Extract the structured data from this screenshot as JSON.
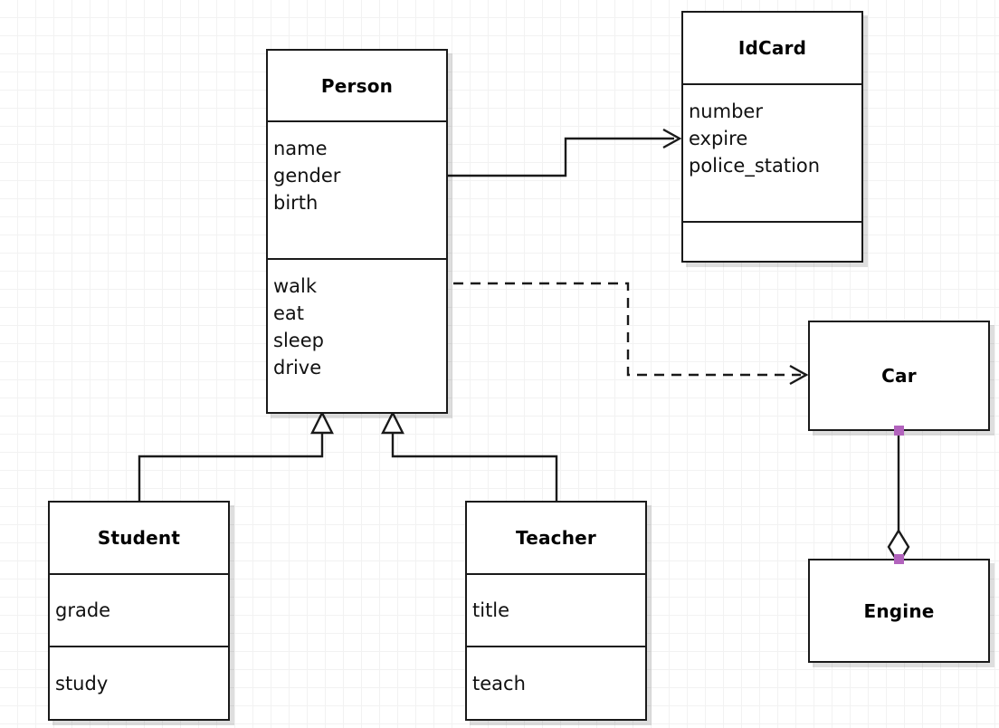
{
  "diagram": {
    "type": "uml-class-diagram",
    "background": "#ffffff",
    "grid_color": "#f0f0f0",
    "line_color": "#1a1a1a",
    "handle_color": "#b263bd",
    "classes": [
      {
        "id": "person",
        "name": "Person",
        "attributes": [
          "name",
          "gender",
          "birth"
        ],
        "operations": [
          "walk",
          "eat",
          "sleep",
          "drive"
        ]
      },
      {
        "id": "idcard",
        "name": "IdCard",
        "attributes": [
          "number",
          "expire",
          "police_station"
        ],
        "operations": []
      },
      {
        "id": "student",
        "name": "Student",
        "attributes": [
          "grade"
        ],
        "operations": [
          "study"
        ]
      },
      {
        "id": "teacher",
        "name": "Teacher",
        "attributes": [
          "title"
        ],
        "operations": [
          "teach"
        ]
      },
      {
        "id": "car",
        "name": "Car",
        "attributes": [],
        "operations": []
      },
      {
        "id": "engine",
        "name": "Engine",
        "attributes": [],
        "operations": []
      }
    ],
    "relationships": [
      {
        "id": "person-idcard",
        "kind": "association",
        "from": "Person",
        "to": "IdCard",
        "style": "solid",
        "arrow": "open"
      },
      {
        "id": "person-car",
        "kind": "dependency",
        "from": "Person",
        "to": "Car",
        "style": "dashed",
        "arrow": "open"
      },
      {
        "id": "student-person",
        "kind": "generalization",
        "from": "Student",
        "to": "Person",
        "style": "solid",
        "arrow": "hollow-triangle"
      },
      {
        "id": "teacher-person",
        "kind": "generalization",
        "from": "Teacher",
        "to": "Person",
        "style": "solid",
        "arrow": "hollow-triangle"
      },
      {
        "id": "car-engine",
        "kind": "aggregation",
        "from": "Car",
        "to": "Engine",
        "style": "solid",
        "arrow": "hollow-diamond"
      }
    ]
  }
}
